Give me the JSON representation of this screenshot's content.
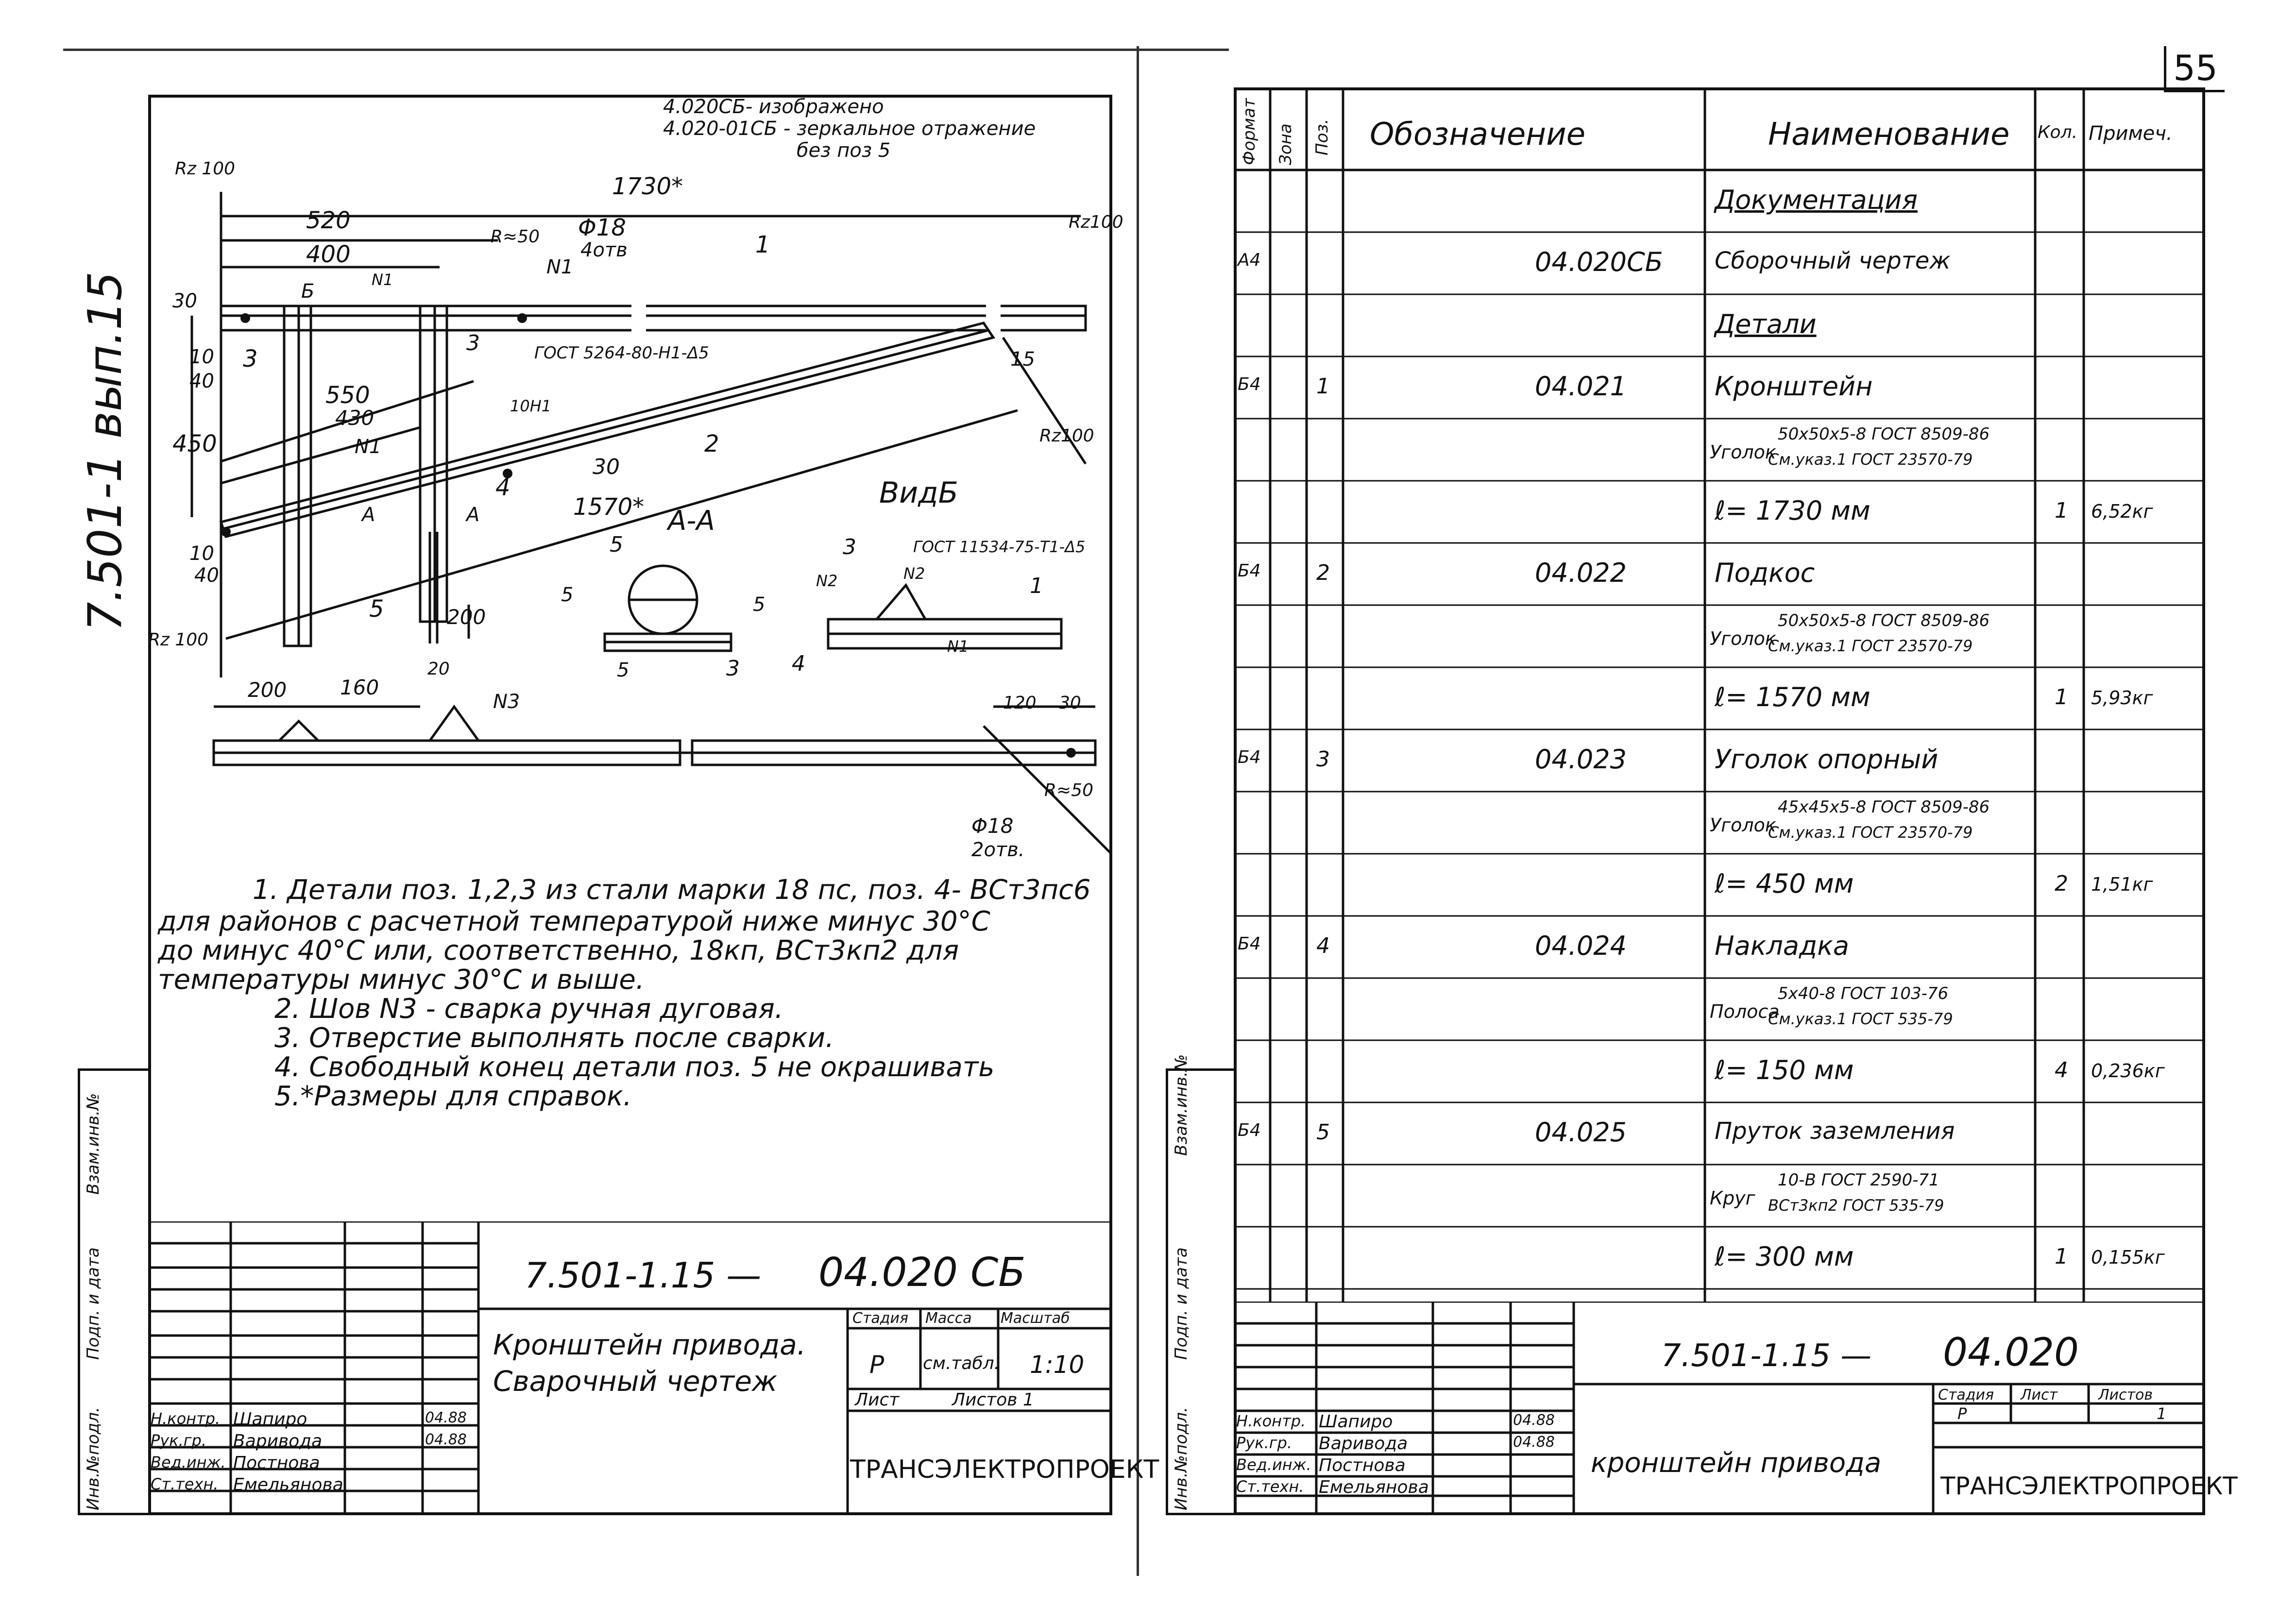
{
  "page_number": "55",
  "left_margin_code": "7.501-1 вып.15",
  "left_sheet": {
    "notes_top": [
      "4.020СБ- изображено",
      "4.020-01СБ - зеркальное отражение",
      "без поз 5"
    ],
    "dims": {
      "d1730": "1730*",
      "d520": "520",
      "d400": "400",
      "d18": "Φ18",
      "d4otv": "4отв",
      "d30": "30",
      "d10": "10",
      "d40": "40",
      "d550": "550",
      "d430": "430",
      "d450": "450",
      "d1570": "1570*",
      "d200": "200",
      "d15": "15",
      "d10b": "10",
      "d40b": "40",
      "d200b": "200",
      "d160": "160",
      "d20": "20",
      "d120": "120",
      "d30b": "30",
      "rz100a": "Rz 100",
      "rz100b": "Rz100",
      "rz100c": "Rz100",
      "rz100d": "Rz 100",
      "r50": "R≈50",
      "r50b": "R≈50",
      "phi18b": "Φ18",
      "otv2": "2отв.",
      "d5a": "5",
      "d5b": "5",
      "d5c": "5"
    },
    "labels": {
      "n1a": "N1",
      "n1b": "N1",
      "n1c": "N1",
      "n1d": "N1",
      "n2": "N2",
      "n2b": "N2",
      "n3": "N3",
      "b": "Б",
      "p1": "1",
      "p2": "2",
      "p3": "3",
      "p3b": "3",
      "p3c": "3",
      "p3d": "3",
      "p4": "4",
      "p4b": "4",
      "p5": "5",
      "p5b": "5",
      "p1b": "1",
      "aa1": "A",
      "aa2": "A",
      "vidb": "ВидБ",
      "aa": "A-A",
      "weld1": "ГОСТ 5264-80-Н1-Δ5",
      "weld2": "ГОСТ 11534-75-Т1-Δ5",
      "w10n1": "10Н1"
    },
    "notes": [
      "1. Детали поз. 1,2,3 из стали марки 18 пс, поз. 4- ВСт3пс6",
      "для районов с расчетной температурой ниже минус 30°С",
      "до минус 40°С или, соответственно, 18кп, ВСт3кп2 для",
      "температуры минус 30°С и выше.",
      "2. Шов N3 - сварка ручная дуговая.",
      "3. Отверстие выполнять после сварки.",
      "4. Свободный конец детали поз. 5 не окрашивать",
      "5.*Размеры для справок."
    ],
    "side_labels": [
      "Взам.инв.№",
      "Подп. и дата",
      "Инв.№подл."
    ],
    "title_block": {
      "code": "7.501-1.15 —",
      "designation": "04.020 СБ",
      "name1": "Кронштейн привода.",
      "name2": "Сварочный чертеж",
      "h_stage": "Стадия",
      "h_mass": "Масса",
      "h_scale": "Масштаб",
      "stage": "Р",
      "mass": "см.табл.",
      "scale": "1:10",
      "sheet": "Лист",
      "sheets": "Листов 1",
      "org": "ТРАНСЭЛЕКТРОПРОЕКТ",
      "people": [
        {
          "role": "Н.контр.",
          "name": "Шапиро",
          "date": "04.88"
        },
        {
          "role": "Рук.гр.",
          "name": "Варивода",
          "date": "04.88"
        },
        {
          "role": "Вед.инж.",
          "name": "Постнова",
          "date": ""
        },
        {
          "role": "Ст.техн.",
          "name": "Емельянова",
          "date": ""
        }
      ]
    }
  },
  "spec": {
    "headers": {
      "format": "Формат",
      "zone": "Зона",
      "pos": "Поз.",
      "designation": "Обозначение",
      "name": "Наименование",
      "qty": "Кол.",
      "note": "Примеч."
    },
    "rows": [
      {
        "name": "Документация",
        "underline": true
      },
      {
        "format": "А4",
        "designation": "04.020СБ",
        "name": "Сборочный чертеж"
      },
      {
        "name": "Детали",
        "underline": true
      },
      {
        "format": "Б4",
        "pos": "1",
        "designation": "04.021",
        "name": "Кронштейн"
      },
      {
        "pre": "Уголок",
        "top": "50х50х5-8 ГОСТ 8509-86",
        "bottom": "См.указ.1  ГОСТ 23570-79"
      },
      {
        "name": "ℓ= 1730 мм",
        "qty": "1",
        "note": "6,52кг"
      },
      {
        "format": "Б4",
        "pos": "2",
        "designation": "04.022",
        "name": "Подкос"
      },
      {
        "pre": "Уголок",
        "top": "50х50х5-8 ГОСТ 8509-86",
        "bottom": "См.указ.1  ГОСТ 23570-79"
      },
      {
        "name": "ℓ= 1570 мм",
        "qty": "1",
        "note": "5,93кг"
      },
      {
        "format": "Б4",
        "pos": "3",
        "designation": "04.023",
        "name": "Уголок опорный"
      },
      {
        "pre": "Уголок",
        "top": "45х45х5-8 ГОСТ 8509-86",
        "bottom": "См.указ.1  ГОСТ 23570-79"
      },
      {
        "name": "ℓ= 450 мм",
        "qty": "2",
        "note": "1,51кг"
      },
      {
        "format": "Б4",
        "pos": "4",
        "designation": "04.024",
        "name": "Накладка"
      },
      {
        "pre": "Полоса",
        "top": "5х40-8 ГОСТ 103-76",
        "bottom": "См.указ.1  ГОСТ 535-79"
      },
      {
        "name": "ℓ= 150 мм",
        "qty": "4",
        "note": "0,236кг"
      },
      {
        "format": "Б4",
        "pos": "5",
        "designation": "04.025",
        "name": "Пруток заземления"
      },
      {
        "pre": "Круг",
        "top": "10-В ГОСТ 2590-71",
        "bottom": "ВСт3кп2 ГОСТ 535-79"
      },
      {
        "name": "ℓ= 300 мм",
        "qty": "1",
        "note": "0,155кг"
      }
    ],
    "side_labels": [
      "Взам.инв.№",
      "Подп. и дата",
      "Инв.№подл."
    ],
    "title_block": {
      "code": "7.501-1.15 —",
      "designation": "04.020",
      "name": "кронштейн привода",
      "h_stage": "Стадия",
      "h_sheet": "Лист",
      "h_sheets": "Листов",
      "stage": "Р",
      "sheets": "1",
      "org": "ТРАНСЭЛЕКТРОПРОЕКТ",
      "people": [
        {
          "role": "Н.контр.",
          "name": "Шапиро",
          "date": "04.88"
        },
        {
          "role": "Рук.гр.",
          "name": "Варивода",
          "date": "04.88"
        },
        {
          "role": "Вед.инж.",
          "name": "Постнова",
          "date": ""
        },
        {
          "role": "Ст.техн.",
          "name": "Емельянова",
          "date": ""
        }
      ]
    }
  }
}
